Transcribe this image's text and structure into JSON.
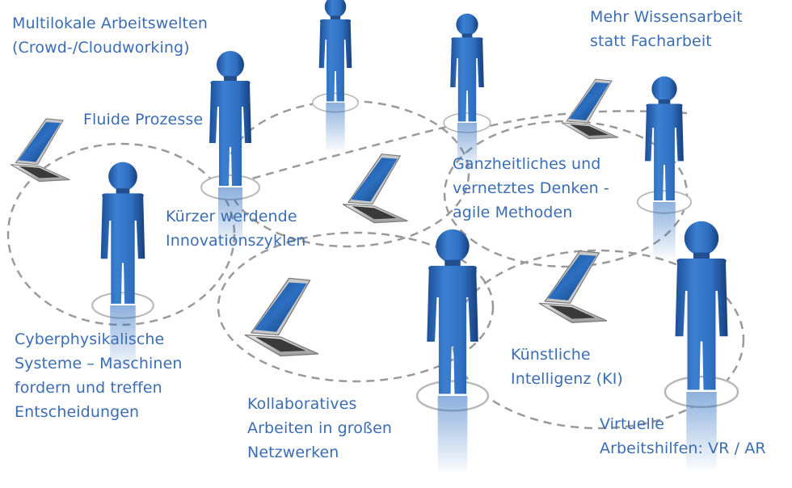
{
  "labels": {
    "multilokale": [
      "Multilokale Arbeitswelten",
      "(Crowd-/Cloudworking)"
    ],
    "wissensarbeit": [
      "Mehr Wissensarbeit",
      "statt Facharbeit"
    ],
    "fluide": [
      "Fluide Prozesse"
    ],
    "ganzheitlich": [
      "Ganzheitliches und",
      "vernetztes Denken -",
      "agile Methoden"
    ],
    "innovation": [
      "Kürzer werdende",
      "Innovationszyklen"
    ],
    "cps": [
      "Cyberphysikalische",
      "Systeme – Maschinen",
      "fordern und treffen",
      "Entscheidungen"
    ],
    "ki": [
      "Künstliche",
      "Intelligenz (KI)"
    ],
    "kollaborativ": [
      "Kollaboratives",
      "Arbeiten in großen",
      "Netzwerken"
    ],
    "virtuell": [
      "Virtuelle",
      "Arbeitshilfen: VR / AR"
    ]
  },
  "colors": {
    "label_text": "#3b6db4",
    "figure_blue": "#2f6fc0",
    "network_line": "#9a9a9a"
  },
  "icons": {
    "person": "person-figure-icon",
    "laptop": "laptop-icon"
  }
}
